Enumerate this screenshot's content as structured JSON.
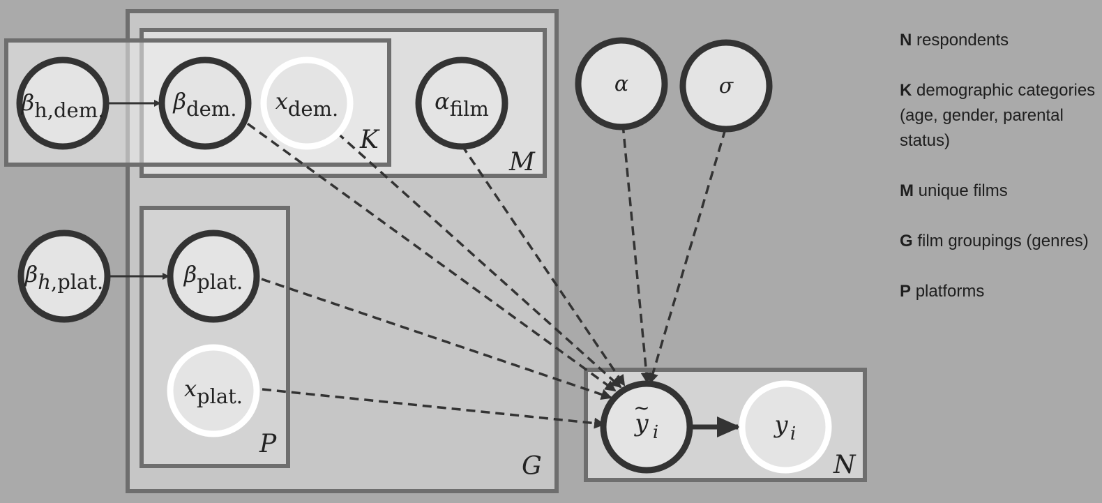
{
  "nodes": {
    "beta_h_dem": {
      "base": "β",
      "sub": "h,dem."
    },
    "beta_dem": {
      "base": "β",
      "sub": "dem."
    },
    "x_dem": {
      "base": "x",
      "sub": "dem."
    },
    "alpha_film": {
      "base": "α",
      "sub": "film"
    },
    "alpha": {
      "base": "α"
    },
    "sigma": {
      "base": "σ"
    },
    "beta_h_plat": {
      "base": "β",
      "sub_italic": "h",
      "sub": ",plat."
    },
    "beta_plat": {
      "base": "β",
      "sub": "plat."
    },
    "x_plat": {
      "base": "x",
      "sub": "plat."
    },
    "y_tilde": {
      "base": "y",
      "accent": "~",
      "sub": "i"
    },
    "y": {
      "base": "y",
      "sub": "i"
    }
  },
  "plates": {
    "G": "G",
    "M": "M",
    "K": "K",
    "P": "P",
    "N": "N"
  },
  "legend": [
    {
      "key": "N",
      "text": "respondents"
    },
    {
      "key": "K",
      "text": "demographic categories (age, gender, parental status)"
    },
    {
      "key": "M",
      "text": "unique films"
    },
    {
      "key": "G",
      "text": "film groupings (genres)"
    },
    {
      "key": "P",
      "text": "platforms"
    }
  ]
}
